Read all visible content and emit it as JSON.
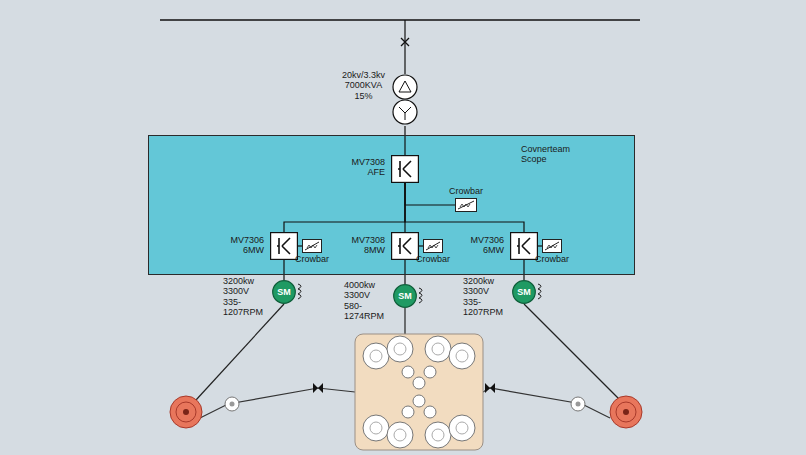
{
  "diagram": {
    "nodes": [
      {
        "text": [
          "Covnerteam Scope"
        ]
      },
      {
        "text": [
          "20kv/3.3kv 7000KVA 15%"
        ]
      },
      {
        "text": [
          "MV7308 AFE"
        ],
        "in": 0
      },
      {
        "text": [
          "Crowbar"
        ],
        "in": 0
      },
      {
        "text": [
          "MV7306 6MW"
        ],
        "in": 0
      },
      {
        "text": [
          "Crowbar"
        ],
        "in": 0
      },
      {
        "text": [
          "MV7308 8MW"
        ],
        "in": 0
      },
      {
        "text": [
          "Crowbar"
        ],
        "in": 0
      },
      {
        "text": [
          "MV7306 6MW"
        ],
        "in": 0
      },
      {
        "text": [
          "Crowbar"
        ],
        "in": 0
      },
      {
        "text": [
          "SM",
          "3200kw 3300V 335- 1207RPM"
        ]
      },
      {
        "text": [
          "SM",
          "4000kw 3300V 580- 1274RPM"
        ]
      },
      {
        "text": [
          "SM",
          "3200kw 3300V 335- 1207RPM"
        ]
      }
    ],
    "edges": [
      {
        "from": 1,
        "to": 2,
        "arrow": "none"
      },
      {
        "from": 2,
        "to": 3,
        "arrow": "none"
      },
      {
        "from": 2,
        "to": 4,
        "arrow": "none"
      },
      {
        "from": 2,
        "to": 6,
        "arrow": "none"
      },
      {
        "from": 2,
        "to": 8,
        "arrow": "none"
      },
      {
        "from": 4,
        "to": 5,
        "arrow": "none"
      },
      {
        "from": 6,
        "to": 7,
        "arrow": "none"
      },
      {
        "from": 8,
        "to": 9,
        "arrow": "none"
      },
      {
        "from": 4,
        "to": 10,
        "arrow": "none"
      },
      {
        "from": 6,
        "to": 11,
        "arrow": "none"
      },
      {
        "from": 8,
        "to": 12,
        "arrow": "none"
      }
    ]
  }
}
